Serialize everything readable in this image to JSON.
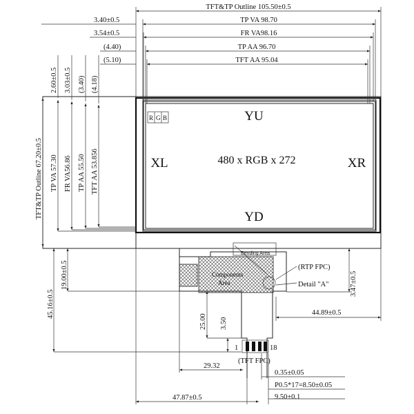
{
  "dimensions": {
    "tft_tp_outline_w": "TFT&TP Outline 105.50±0.5",
    "tp_va_w": "TP VA 98.70",
    "fr_va_w": "FR VA98.16",
    "tp_aa_w": "TP AA 96.70",
    "tft_aa_w": "TFT AA 95.04",
    "off_tp_va": "3.40±0.5",
    "off_fr_va": "3.54±0.5",
    "off_tp_aa": "(4.40)",
    "off_tft_aa": "(5.10)",
    "top_tp_va": "2.60±0.5",
    "top_fr_va": "3.03±0.5",
    "top_tp_aa": "(3.40)",
    "top_tft_aa": "(4.18)",
    "tft_tp_outline_h": "TFT&TP Outline 67.20±0.5",
    "tp_va_h": "TP VA 57.30",
    "fr_va_h": "FR VA56.86",
    "tp_aa_h": "TP AA 55.50",
    "tft_aa_h": "TFT AA 53.856",
    "bend_19": "19.00±0.5",
    "fpc_total_h": "45.16±0.5",
    "fpc_25": "25.00",
    "fpc_350": "3.50",
    "fpc_2932": "29.32",
    "fpc_4787": "47.87±0.5",
    "rtp_347": "3.47±0.5",
    "rtp_4489": "44.89±0.5",
    "pad_035": "0.35±0.05",
    "pitch": "P0.5*17=8.50±0.05",
    "fpc_950": "9.50±0.1"
  },
  "display": {
    "yu": "YU",
    "yd": "YD",
    "xl": "XL",
    "xr": "XR",
    "resolution": "480 x RGB x 272",
    "rgb_r": "R",
    "rgb_g": "G",
    "rgb_b": "B"
  },
  "fpc": {
    "bending_area": "Bending Area",
    "components_line1": "Components",
    "components_line2": "Area",
    "rtp_fpc": "(RTP FPC)",
    "detail_a": "Detail \"A\"",
    "tft_fpc": "(TFT FPC)",
    "pin_1": "1",
    "pin_18": "18"
  }
}
